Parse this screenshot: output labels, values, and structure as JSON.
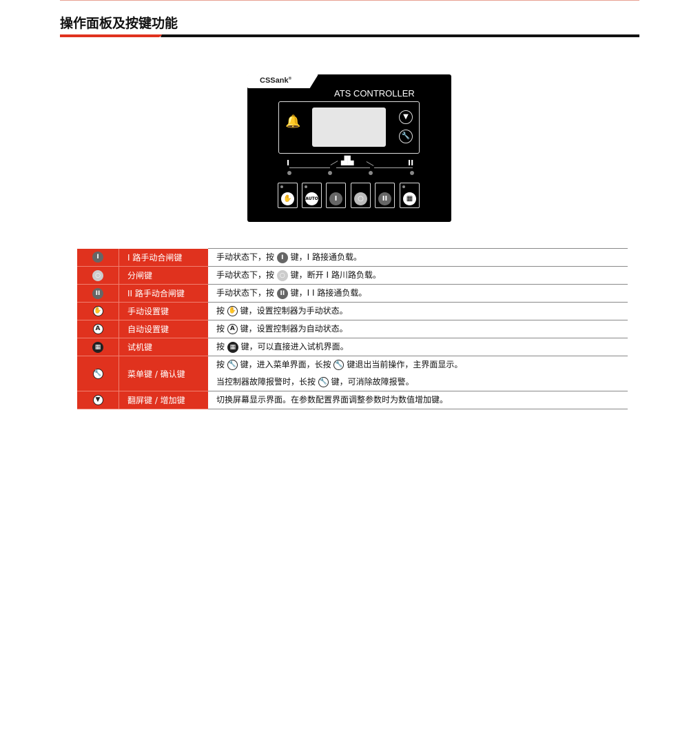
{
  "section_title": "操作面板及按键功能",
  "panel": {
    "brand": "CSSank",
    "brand_mark": "®",
    "title": "ATS CONTROLLER",
    "mark_i": "I",
    "mark_ii": "II"
  },
  "rows": [
    {
      "icon": "key-i-icon",
      "cls": "dark",
      "glyph": "I",
      "name": "I 路手动合闸键",
      "lines": [
        [
          "手动状态下，按",
          "键，I 路接通负载。"
        ]
      ]
    },
    {
      "icon": "key-open-icon",
      "cls": "light",
      "glyph": "○",
      "name": "分闸键",
      "lines": [
        [
          "手动状态下，按",
          "键，断开 I 路川路负载。"
        ]
      ]
    },
    {
      "icon": "key-ii-icon",
      "cls": "dark",
      "glyph": "II",
      "name": "II 路手动合闸键",
      "lines": [
        [
          "手动状态下，按",
          "键，I I 路接通负载。"
        ]
      ]
    },
    {
      "icon": "hand-icon",
      "cls": "outline",
      "glyph": "✋",
      "name": "手动设置键",
      "lines": [
        [
          "按 ",
          "键，设置控制器为手动状态。"
        ]
      ]
    },
    {
      "icon": "auto-icon",
      "cls": "outline",
      "glyph": "A",
      "name": "自动设置键",
      "lines": [
        [
          "按 ",
          "键，设置控制器为自动状态。"
        ]
      ]
    },
    {
      "icon": "test-icon",
      "cls": "black",
      "glyph": "▦",
      "name": "试机键",
      "lines": [
        [
          "按 ",
          "键，可以直接进入试机界面。"
        ]
      ]
    },
    {
      "icon": "wrench-icon",
      "cls": "outline",
      "glyph": "🔧",
      "name": "菜单键 / 确认键",
      "lines": [
        [
          "按 ",
          "键，进入菜单界面，长按 ",
          "键退出当前操作，主界面显示。"
        ],
        [
          "当控制器故障报警时，长按",
          "键，可消除故障报警。"
        ]
      ]
    },
    {
      "icon": "down-arrow-icon",
      "cls": "outline",
      "glyph": "▼",
      "name": "翻屏键 / 增加键",
      "lines": [
        [
          "切换屏幕显示界面。在参数配置界面调整参数时为数值增加键。"
        ]
      ]
    }
  ]
}
